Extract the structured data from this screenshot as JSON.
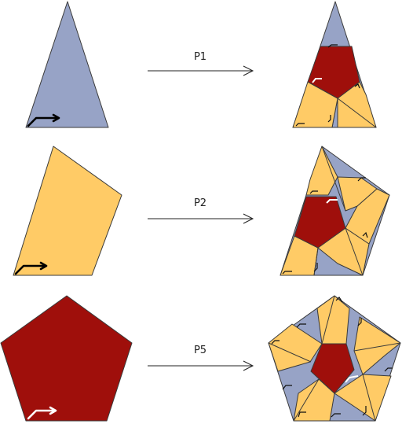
{
  "colors": {
    "blue": "#97a3c6",
    "yellow": "#ffcb66",
    "red": "#9f0f0b",
    "line": "#3a3a3a",
    "arrow": "#222222"
  },
  "rules": [
    {
      "label": "P1",
      "arrow_icon": "right-arrow-icon"
    },
    {
      "label": "P2",
      "arrow_icon": "right-arrow-icon"
    },
    {
      "label": "P5",
      "arrow_icon": "right-arrow-icon"
    }
  ]
}
